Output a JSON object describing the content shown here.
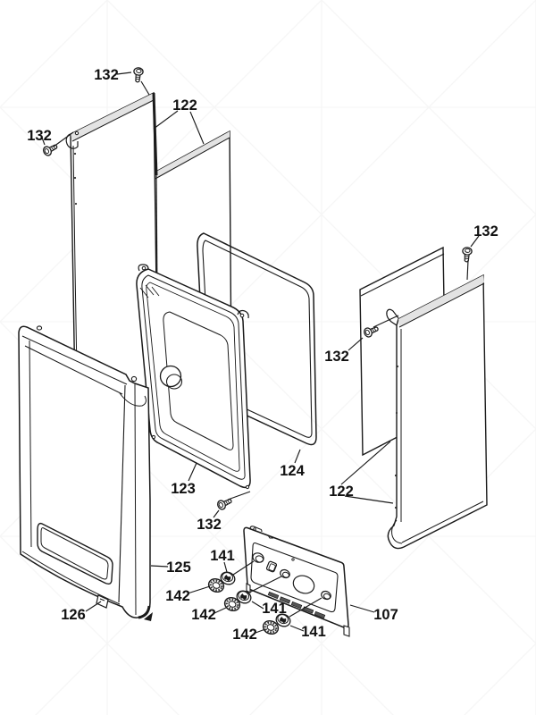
{
  "diagram": {
    "type": "exploded-parts-diagram",
    "colors": {
      "ink": "#1a1a1a",
      "paper": "#ffffff",
      "watermark": "#ededed",
      "flange_shade": "#e3e3e3"
    },
    "callouts": {
      "c132_top_left": "132",
      "c132_left": "132",
      "c122_left": "122",
      "c132_top_right": "132",
      "c132_mid_right": "132",
      "c122_right": "122",
      "c123": "123",
      "c124": "124",
      "c132_bottom": "132",
      "c125": "125",
      "c126": "126",
      "c107": "107",
      "c141_1": "141",
      "c141_2": "141",
      "c141_3": "141",
      "c142_1": "142",
      "c142_2": "142",
      "c142_3": "142"
    }
  }
}
